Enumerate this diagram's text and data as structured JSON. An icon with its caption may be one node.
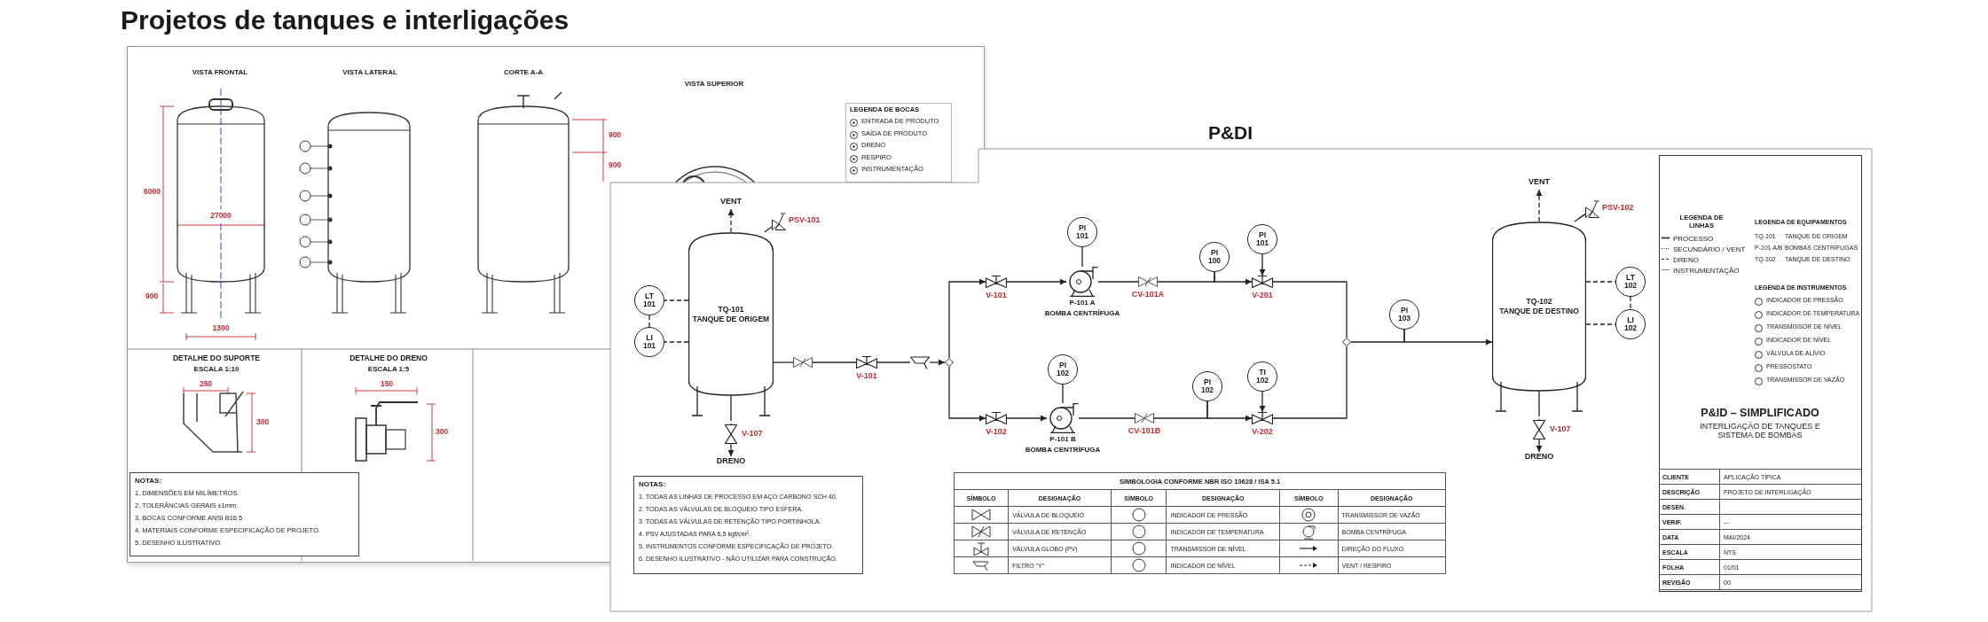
{
  "diagram": {
    "title": "Projetos de tanques e interligações",
    "nodes": [
      {
        "text": [
          "TQ-101",
          "TANQUE DE ORIGEM"
        ]
      },
      {
        "text": [
          "VENT"
        ]
      },
      {
        "text": [],
        "shape": "valve",
        "beside": [
          "PSV-101"
        ]
      },
      {
        "text": [
          "LT 101"
        ]
      },
      {
        "text": [
          "LI 101"
        ]
      },
      {
        "text": [],
        "shape": "valve",
        "beside": [
          "V-107"
        ]
      },
      {
        "text": [
          "DRENO"
        ]
      },
      {
        "text": [],
        "shape": "valve"
      },
      {
        "text": [],
        "shape": "valve",
        "beside": [
          "V-101"
        ]
      },
      {
        "text": [],
        "shape": "filter"
      },
      {
        "text": [],
        "shape": "diamond"
      },
      {
        "text": [],
        "shape": "valve",
        "beside": [
          "V-101"
        ]
      },
      {
        "text": [],
        "shape": "pump",
        "beside": [
          "P-101 A",
          "BOMBA CENTRÍFUGA"
        ]
      },
      {
        "text": [
          "PI 101"
        ]
      },
      {
        "text": [],
        "shape": "valve",
        "beside": [
          "CV-101A"
        ]
      },
      {
        "text": [
          "PI 100"
        ]
      },
      {
        "text": [
          "PI 101"
        ]
      },
      {
        "text": [],
        "shape": "valve",
        "beside": [
          "V-201"
        ]
      },
      {
        "text": [],
        "shape": "valve",
        "beside": [
          "V-102"
        ]
      },
      {
        "text": [],
        "shape": "pump",
        "beside": [
          "P-101 B",
          "BOMBA CENTRÍFUGA"
        ]
      },
      {
        "text": [
          "PI 102"
        ]
      },
      {
        "text": [],
        "shape": "valve",
        "beside": [
          "CV-101B"
        ]
      },
      {
        "text": [
          "PI 102"
        ]
      },
      {
        "text": [
          "TI 102"
        ]
      },
      {
        "text": [],
        "shape": "valve",
        "beside": [
          "V-202"
        ]
      },
      {
        "text": [],
        "shape": "diamond"
      },
      {
        "text": [
          "PI 103"
        ]
      },
      {
        "text": [
          "TQ-102",
          "TANQUE DE DESTINO"
        ]
      },
      {
        "text": [
          "VENT"
        ]
      },
      {
        "text": [],
        "shape": "valve",
        "beside": [
          "PSV-102"
        ]
      },
      {
        "text": [
          "LT 102"
        ]
      },
      {
        "text": [
          "LI 102"
        ]
      },
      {
        "text": [],
        "shape": "valve",
        "beside": [
          "V-107"
        ]
      },
      {
        "text": [
          "DRENO"
        ]
      }
    ],
    "edges": [
      {
        "from": 0,
        "to": 1,
        "arrow": "to",
        "style": "dashed"
      },
      {
        "from": 0,
        "to": 2,
        "arrow": "none"
      },
      {
        "from": 0,
        "to": 3,
        "arrow": "none",
        "style": "dashed"
      },
      {
        "from": 0,
        "to": 4,
        "arrow": "none",
        "style": "dashed"
      },
      {
        "from": 3,
        "to": 4,
        "arrow": "none",
        "style": "dashed"
      },
      {
        "from": 0,
        "to": 5,
        "arrow": "none",
        "style": "dashed"
      },
      {
        "from": 5,
        "to": 6,
        "arrow": "to"
      },
      {
        "from": 0,
        "to": 7,
        "arrow": "none"
      },
      {
        "from": 7,
        "to": 8,
        "arrow": "none"
      },
      {
        "from": 8,
        "to": 9,
        "arrow": "none"
      },
      {
        "from": 9,
        "to": 10,
        "arrow": "to"
      },
      {
        "from": 10,
        "to": 11,
        "arrow": "to"
      },
      {
        "from": 11,
        "to": 12,
        "arrow": "to"
      },
      {
        "from": 13,
        "to": 12,
        "arrow": "none"
      },
      {
        "from": 12,
        "to": 14,
        "arrow": "none"
      },
      {
        "from": 14,
        "to": 15,
        "arrow": "none"
      },
      {
        "from": 15,
        "to": 17,
        "arrow": "to"
      },
      {
        "from": 16,
        "to": 17,
        "arrow": "to"
      },
      {
        "from": 17,
        "to": 25,
        "arrow": "none"
      },
      {
        "from": 10,
        "to": 18,
        "arrow": "to"
      },
      {
        "from": 18,
        "to": 19,
        "arrow": "to"
      },
      {
        "from": 20,
        "to": 19,
        "arrow": "none"
      },
      {
        "from": 19,
        "to": 21,
        "arrow": "none"
      },
      {
        "from": 21,
        "to": 22,
        "arrow": "none"
      },
      {
        "from": 22,
        "to": 24,
        "arrow": "to"
      },
      {
        "from": 23,
        "to": 24,
        "arrow": "to"
      },
      {
        "from": 24,
        "to": 25,
        "arrow": "none"
      },
      {
        "from": 25,
        "to": 26,
        "arrow": "none"
      },
      {
        "from": 26,
        "to": 27,
        "arrow": "to"
      },
      {
        "from": 27,
        "to": 28,
        "arrow": "to",
        "style": "dashed"
      },
      {
        "from": 27,
        "to": 29,
        "arrow": "none"
      },
      {
        "from": 27,
        "to": 30,
        "arrow": "none",
        "style": "dashed"
      },
      {
        "from": 27,
        "to": 31,
        "arrow": "none",
        "style": "dashed"
      },
      {
        "from": 30,
        "to": 31,
        "arrow": "none",
        "style": "dashed"
      },
      {
        "from": 27,
        "to": 32,
        "arrow": "none",
        "style": "dashed"
      },
      {
        "from": 32,
        "to": 33,
        "arrow": "to"
      }
    ],
    "labels": [
      "VISTA FRONTAL",
      "VISTA LATERAL",
      "CORTE A-A",
      "VISTA SUPERIOR",
      "6000",
      "27000",
      "900",
      "1300",
      "900",
      "900",
      "LEGENDA DE BOCAS",
      "DETALHE DO SUPORTE",
      "ESCALA 1:10",
      "250",
      "300",
      "DETALHE DO DRENO",
      "ESCALA 1:5",
      "150",
      "300",
      "NOTAS:",
      "1. DIMENSÕES EM MILÍMETROS.",
      "2. TOLERÂNCIAS GERAIS ±1mm.",
      "3. BOCAS CONFORME ANSI B16.5",
      "4. MATERIAIS CONFORME ESPECIFICAÇÃO DE PROJETO.",
      "5. DESENHO ILUSTRATIVO.",
      "P&DI",
      "NOTAS:",
      "1. TODAS AS LINHAS DE PROCESSO EM AÇO CARBONO SCH 40.",
      "2. TODAS AS VÁLVULAS DE BLOQUEIO TIPO ESFERA.",
      "3. TODAS AS VÁLVULAS DE RETENÇÃO TIPO PORTINHOLA.",
      "4. PSV AJUSTADAS PARA 6,5 kgf/cm².",
      "5. INSTRUMENTOS CONFORME ESPECIFICAÇÃO DE PROJETO.",
      "6. DESENHO ILUSTRATIVO - NÃO UTILIZAR PARA CONSTRUÇÃO.",
      "SIMBOLOGIA CONFORME NBR ISO 10628 / ISA 5.1",
      "SÍMBOLO",
      "DESIGNAÇÃO",
      "SÍMBOLO",
      "DESIGNAÇÃO",
      "SÍMBOLO",
      "DESIGNAÇÃO",
      "VÁLVULA DE BLOQUEIO",
      "INDICADOR DE PRESSÃO",
      "TRANSMISSOR DE VAZÃO",
      "VÁLVULA DE RETENÇÃO",
      "INDICADOR DE TEMPERATURA",
      "BOMBA CENTRÍFUGA",
      "VÁLVULA GLOBO (PV)",
      "TRANSMISSOR DE NÍVEL",
      "DIREÇÃO DO FLUXO",
      "FILTRO \"Y\"",
      "INDICADOR DE NÍVEL",
      "VENT / RESPIRO",
      "LEGENDA DE LINHAS",
      "LEGENDA DE EQUIPAMENTOS",
      "TQ-101",
      "TANQUE DE ORIGEM",
      "P-101 A/B",
      "BOMBAS CENTRÍFUGAS",
      "TQ-102",
      "TANQUE DE DESTINO",
      "LEGENDA DE INSTRUMENTOS",
      "P&ID – SIMPLIFICADO",
      "INTERLIGAÇÃO DE TANQUES E SISTEMA DE BOMBAS",
      "CLIENTE",
      "APLICAÇÃO TÍPICA",
      "DESCRIÇÃO",
      "PROJETO DE INTERLIGAÇÃO",
      "DESEN.",
      "VERIF.",
      "---",
      "DATA",
      "MAI/2024",
      "ESCALA",
      "NTS",
      "FOLHA",
      "01/01",
      "REVISÃO",
      "00"
    ],
    "legend": [
      {
        "text": "ENTRADA DE PRODUTO"
      },
      {
        "text": "SAÍDA DE PRODUTO"
      },
      {
        "text": "DRENO"
      },
      {
        "text": "RESPIRO"
      },
      {
        "text": "INSTRUMENTAÇÃO"
      },
      {
        "text": "PROCESSO"
      },
      {
        "text": "SECUNDÁRIO / VENT"
      },
      {
        "text": "DRENO"
      },
      {
        "text": "INSTRUMENTAÇÃO"
      },
      {
        "text": "INDICADOR DE PRESSÃO"
      },
      {
        "text": "INDICADOR DE TEMPERATURA"
      },
      {
        "text": "TRANSMISSOR DE NÍVEL"
      },
      {
        "text": "INDICADOR DE NÍVEL"
      },
      {
        "text": "VÁLVULA DE ALÍVIO"
      },
      {
        "text": "PRESSOSTATO"
      },
      {
        "text": "TRANSMISSOR DE VAZÃO"
      }
    ]
  }
}
